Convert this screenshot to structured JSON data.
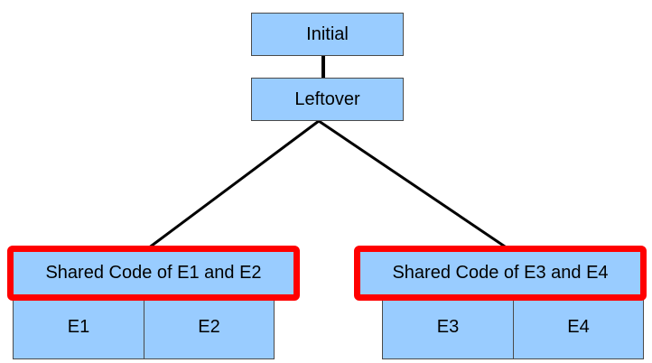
{
  "colors": {
    "box_fill": "#99ccff",
    "box_border": "#4a4a4a",
    "highlight_border": "#ff0000",
    "connector": "#000000"
  },
  "nodes": {
    "initial": "Initial",
    "leftover": "Leftover",
    "shared_left": "Shared Code of E1 and E2",
    "shared_right": "Shared Code of E3 and E4",
    "e1": "E1",
    "e2": "E2",
    "e3": "E3",
    "e4": "E4"
  }
}
